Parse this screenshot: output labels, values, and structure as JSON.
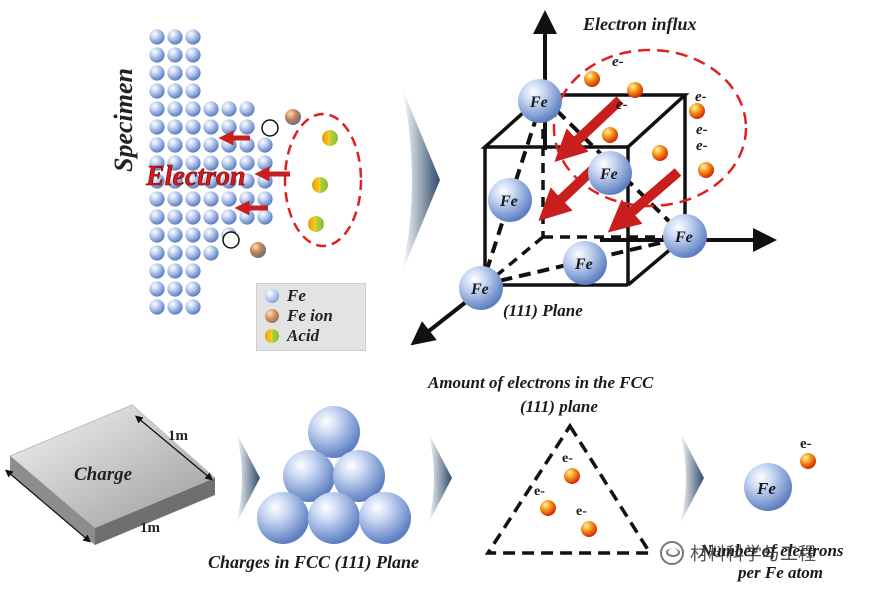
{
  "colors": {
    "fe_atom": "#9db6e6",
    "electron": "#f08a12",
    "arrow_red": "#cc1f1f",
    "dashed_red": "#e02020",
    "chevron": "#2f4a6a"
  },
  "panel_specimen": {
    "title": "Specimen",
    "electron_label": "Electron",
    "legend": [
      {
        "icon": "fe-atom-icon",
        "label": "Fe"
      },
      {
        "icon": "fe-ion-icon",
        "label": "Fe ion"
      },
      {
        "icon": "acid-icon",
        "label": "Acid"
      }
    ]
  },
  "panel_lattice": {
    "title": "Electron influx",
    "atom_label": "Fe",
    "electron_symbol": "e-",
    "plane_label": "(111) Plane"
  },
  "bottom": {
    "charge_label": "Charge",
    "dim_1": "1m",
    "dim_2": "1m",
    "fcc_caption": "Charges in FCC (111) Plane",
    "amount_title_1": "Amount of electrons in the FCC",
    "amount_title_2": "(111) plane",
    "electron_symbol": "e-",
    "fe_label": "Fe",
    "number_caption_1": "Number of electrons",
    "number_caption_2": "per Fe atom"
  },
  "watermark": "材料科学与工程"
}
